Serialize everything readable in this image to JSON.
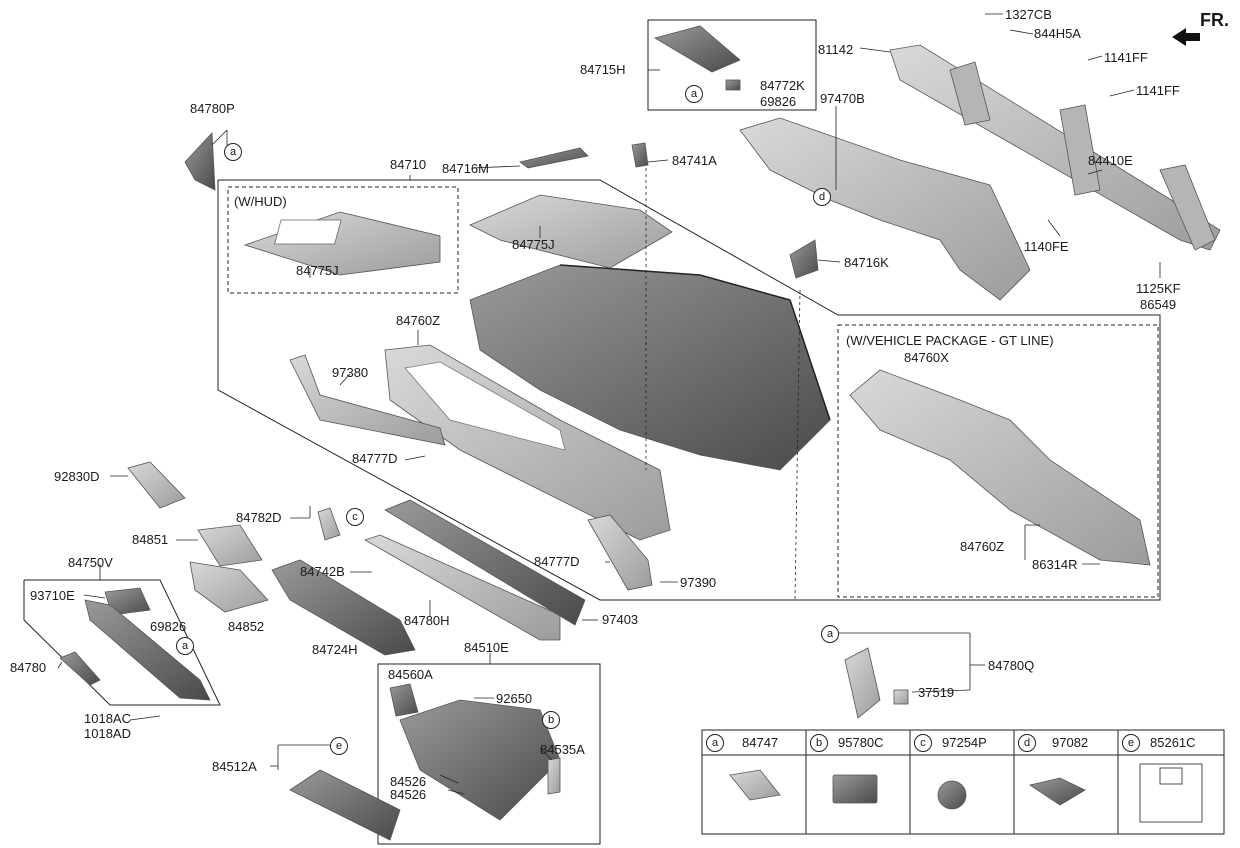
{
  "labels": {
    "fr": "FR.",
    "p1327CB": "1327CB",
    "p844H5A": "844H5A",
    "p81142": "81142",
    "p1141FF_a": "1141FF",
    "p1141FF_b": "1141FF",
    "p84715H": "84715H",
    "p84772K": "84772K",
    "p69826_a": "69826",
    "p97470B": "97470B",
    "p84780P": "84780P",
    "p84710": "84710",
    "p84716M": "84716M",
    "p84741A": "84741A",
    "p84410E": "84410E",
    "whud": "(W/HUD)",
    "p84775J_a": "84775J",
    "p84775J_b": "84775J",
    "p84716K": "84716K",
    "p1140FE": "1140FE",
    "p1125KF": "1125KF",
    "p86549": "86549",
    "p84760Z_a": "84760Z",
    "gtline": "(W/VEHICLE PACKAGE - GT LINE)",
    "p84760X": "84760X",
    "p97380": "97380",
    "p84777D_a": "84777D",
    "p92830D": "92830D",
    "p84782D": "84782D",
    "p84851": "84851",
    "p84750V": "84750V",
    "p93710E": "93710E",
    "p69826_b": "69826",
    "p84742B": "84742B",
    "p84852": "84852",
    "p84780H": "84780H",
    "p97403": "97403",
    "p84777D_b": "84777D",
    "p97390": "97390",
    "p84760Z_b": "84760Z",
    "p86314R": "86314R",
    "p84724H": "84724H",
    "p84780": "84780",
    "p1018AC": "1018AC",
    "p1018AD": "1018AD",
    "p84510E": "84510E",
    "p84560A": "84560A",
    "p92650": "92650",
    "p84535A": "84535A",
    "p84526_a": "84526",
    "p84526_b": "84526",
    "p84512A": "84512A",
    "p84780Q": "84780Q",
    "p37519": "37519"
  },
  "callouts": {
    "a1": "a",
    "a2": "a",
    "a3": "a",
    "a4": "a",
    "b1": "b",
    "c1": "c",
    "d1": "d",
    "e1": "e"
  },
  "legend": [
    {
      "letter": "a",
      "part": "84747"
    },
    {
      "letter": "b",
      "part": "95780C"
    },
    {
      "letter": "c",
      "part": "97254P"
    },
    {
      "letter": "d",
      "part": "97082"
    },
    {
      "letter": "e",
      "part": "85261C"
    }
  ],
  "colors": {
    "part_fill": "#c9c9c9",
    "part_dark": "#8f8f8f",
    "line": "#222222"
  }
}
